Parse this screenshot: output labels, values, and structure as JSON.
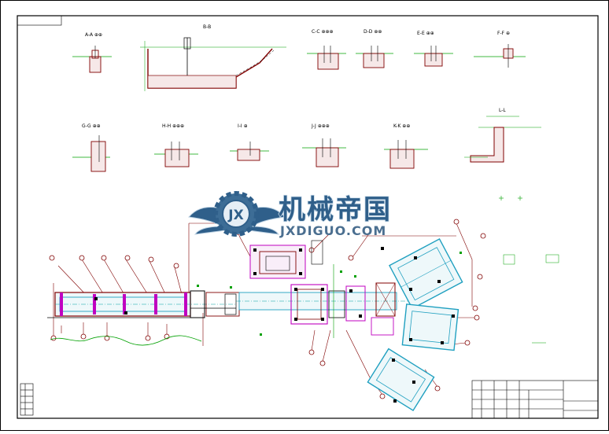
{
  "drawing": {
    "section_labels": [
      "B-B",
      "L-L"
    ],
    "watermark": {
      "logo_letters": "JX",
      "cn_text": "机械帝国",
      "en_text": "JXDIGUO.COM"
    }
  },
  "colors": {
    "structure": "#800000",
    "dimension": "#00a000",
    "centerline": "#00a0a0",
    "plan_blue": "#20a0c0",
    "plan_magenta": "#c000c0",
    "ink": "#000000",
    "watermark": "#2f5f8a"
  }
}
